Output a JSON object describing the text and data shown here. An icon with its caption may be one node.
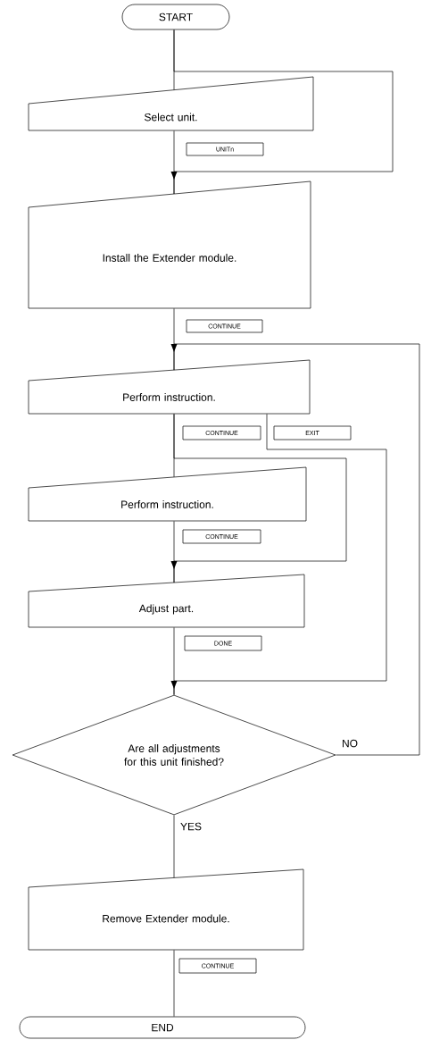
{
  "diagram": {
    "nodes": [
      {
        "text": [
          "START"
        ]
      },
      {
        "text": [
          "Select unit."
        ]
      },
      {
        "text": [
          "UNITn"
        ]
      },
      {
        "text": [
          "Install the Extender module."
        ]
      },
      {
        "text": [
          "CONTINUE"
        ]
      },
      {
        "text": [
          "Perform instruction."
        ]
      },
      {
        "text": [
          "CONTINUE"
        ]
      },
      {
        "text": [
          "EXIT"
        ]
      },
      {
        "text": [
          "Perform instruction."
        ]
      },
      {
        "text": [
          "CONTINUE"
        ]
      },
      {
        "text": [
          "Adjust part."
        ]
      },
      {
        "text": [
          "DONE"
        ]
      },
      {
        "text": [
          "Are all adjustments for this unit finished?"
        ]
      },
      {
        "text": [
          "Remove Extender module."
        ]
      },
      {
        "text": [
          "CONTINUE"
        ]
      },
      {
        "text": [
          "END"
        ]
      }
    ],
    "edges": [
      {
        "from": 0,
        "to": 1,
        "arrow": "none"
      },
      {
        "from": 0,
        "to": 3,
        "arrow": "to"
      },
      {
        "from": 1,
        "to": 3,
        "arrow": "none"
      },
      {
        "from": 3,
        "to": 5,
        "arrow": "none"
      },
      {
        "from": 5,
        "to": 8,
        "arrow": "none"
      },
      {
        "from": 5,
        "to": 10,
        "arrow": "to"
      },
      {
        "from": 8,
        "to": 10,
        "arrow": "none"
      },
      {
        "from": 5,
        "to": 12,
        "arrow": "to"
      },
      {
        "from": 10,
        "to": 12,
        "arrow": "none"
      },
      {
        "from": 12,
        "to": 5,
        "arrow": "to",
        "label": "NO"
      },
      {
        "from": 12,
        "to": 13,
        "arrow": "none",
        "label": "YES"
      },
      {
        "from": 13,
        "to": 15,
        "arrow": "none"
      }
    ]
  }
}
